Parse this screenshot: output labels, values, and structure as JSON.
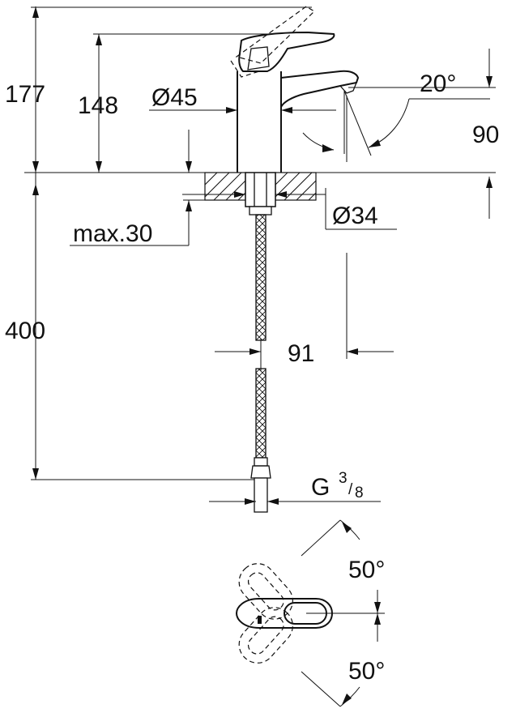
{
  "dimensions": {
    "total_height": "177",
    "spout_height": "148",
    "body_diameter": "Ø45",
    "spout_angle": "20°",
    "spout_outlet_height": "90",
    "hole_diameter": "Ø34",
    "max_deck_thickness": "max.30",
    "hose_length": "400",
    "spout_reach": "91",
    "connection_prefix": "G",
    "connection_numerator": "3",
    "connection_denominator": "8",
    "lever_angle_back": "50°",
    "lever_angle_front": "50°"
  }
}
